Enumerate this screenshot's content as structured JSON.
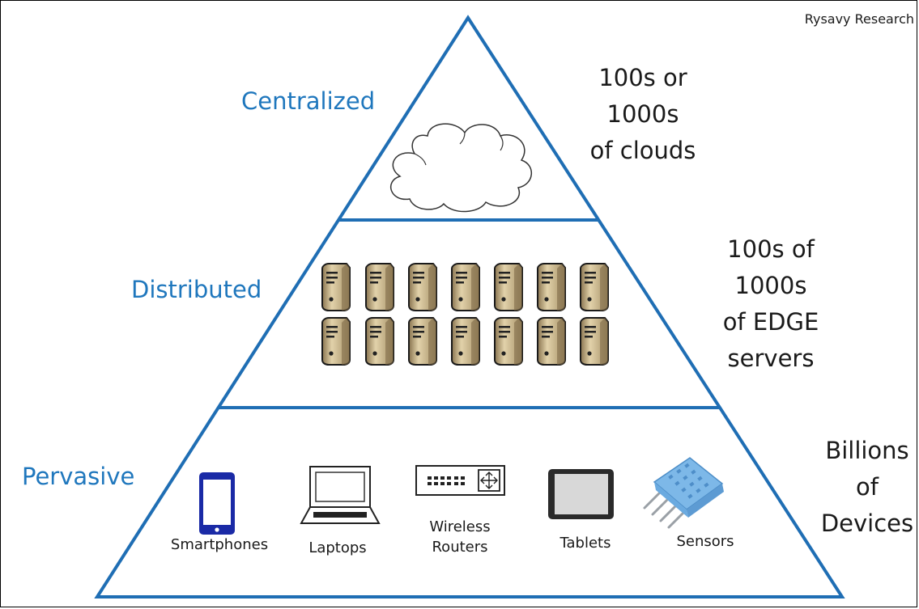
{
  "credit": "Rysavy Research",
  "colors": {
    "pyramid_stroke": "#1f6eb4",
    "tier_label": "#1f77bd",
    "server_fill": "#c9b48a",
    "sensor_fill": "#7db8e8"
  },
  "tiers": {
    "centralized": {
      "label": "Centralized",
      "count_lines": [
        "100s or",
        "1000s",
        "of clouds"
      ],
      "icon": "cloud-icon"
    },
    "distributed": {
      "label": "Distributed",
      "count_lines": [
        "100s of",
        "1000s",
        "of EDGE",
        "servers"
      ],
      "icon": "server-icon"
    },
    "pervasive": {
      "label": "Pervasive",
      "count_lines": [
        "Billions",
        "of",
        "Devices"
      ]
    }
  },
  "devices": [
    {
      "label_lines": [
        "Smartphones"
      ],
      "icon": "smartphone-icon"
    },
    {
      "label_lines": [
        "Laptops"
      ],
      "icon": "laptop-icon"
    },
    {
      "label_lines": [
        "Wireless",
        "Routers"
      ],
      "icon": "router-icon"
    },
    {
      "label_lines": [
        "Tablets"
      ],
      "icon": "tablet-icon"
    },
    {
      "label_lines": [
        "Sensors"
      ],
      "icon": "sensor-icon"
    }
  ]
}
